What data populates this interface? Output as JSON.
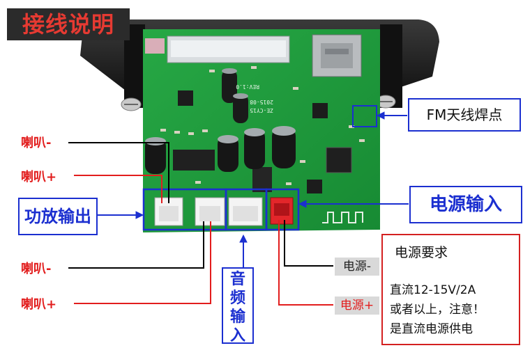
{
  "title": "接线说明",
  "labels": {
    "spk_minus_top": "喇叭-",
    "spk_plus_top": "喇叭+",
    "amp_out": "功放输出",
    "spk_minus_bottom": "喇叭-",
    "spk_plus_bottom": "喇叭+",
    "audio_in": "音频输入",
    "fm_antenna": "FM天线焊点",
    "power_input": "电源输入",
    "power_neg": "电源-",
    "power_pos": "电源+"
  },
  "requirements": {
    "title": "电源要求",
    "line1": "直流12-15V/2A",
    "line2": "或者以上，注意！",
    "line3": "是直流电源供电"
  },
  "pcb_text": {
    "model": "ZE-CY15",
    "date": "2015-08",
    "rev": "REV:1.0"
  },
  "colors": {
    "pcb": "#1f9a3c",
    "label_red": "#e21d1d",
    "label_blue": "#1b2fd0",
    "title_bg": "#2b2b2b"
  }
}
